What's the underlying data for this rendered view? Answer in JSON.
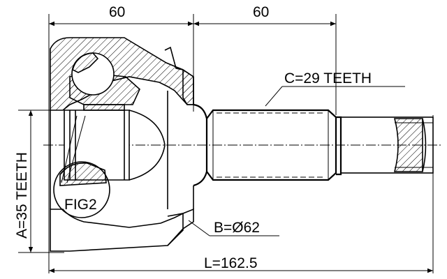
{
  "dimensions": {
    "top_left": "60",
    "top_right": "60",
    "spline_c": "C=29 TEETH",
    "spline_a": "A=35 TEETH",
    "diameter_b": "B=Ø62",
    "length_l": "L=162.5"
  },
  "callouts": {
    "fig": "FIG2"
  }
}
